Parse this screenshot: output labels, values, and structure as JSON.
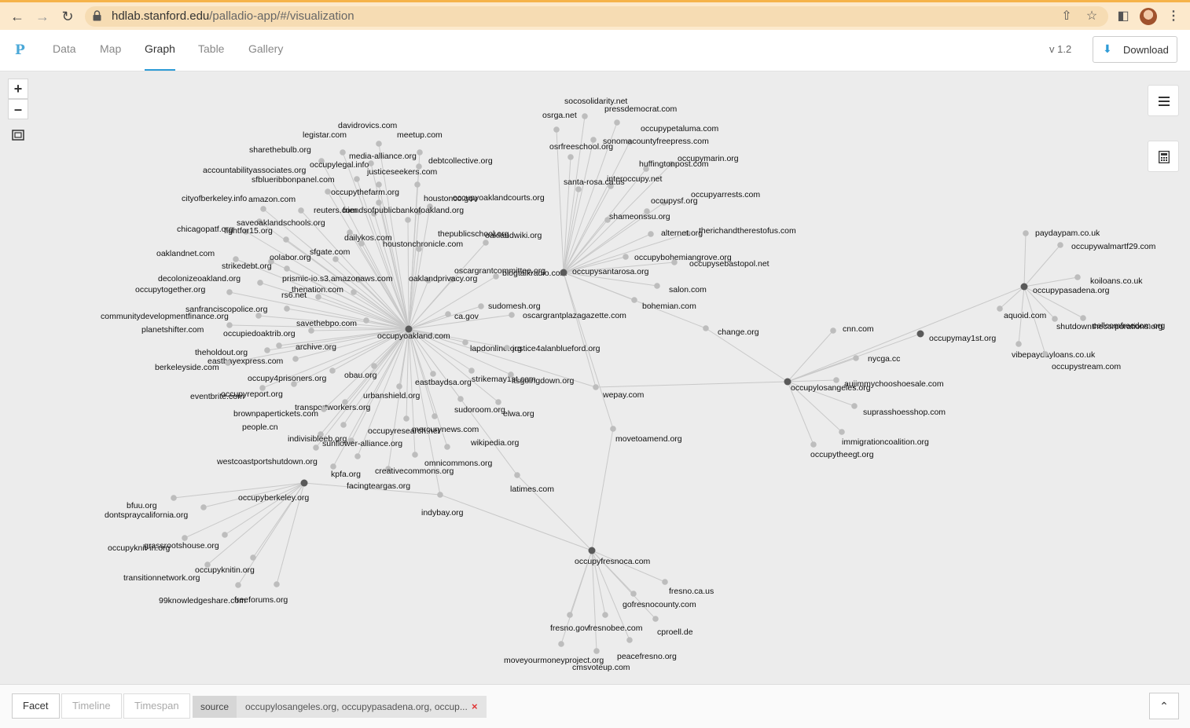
{
  "browser": {
    "url_host": "hdlab.stanford.edu",
    "url_path": "/palladio-app/#/visualization",
    "icons": {
      "back": "arrow-left-icon",
      "forward": "arrow-right-icon",
      "reload": "reload-icon",
      "share": "share-icon",
      "bookmark": "star-icon",
      "sidebar": "sidebar-icon",
      "menu": "kebab-menu-icon"
    }
  },
  "app": {
    "logo": "P",
    "tabs": [
      {
        "label": "Data"
      },
      {
        "label": "Map"
      },
      {
        "label": "Graph",
        "active": true
      },
      {
        "label": "Table"
      },
      {
        "label": "Gallery"
      }
    ],
    "version": "v 1.2",
    "download_label": "Download"
  },
  "colors": {
    "edge": "#c8c8c8",
    "node": "#bdbdbd",
    "hub": "#5a5a5a",
    "accent": "#2e9bd6"
  },
  "graph": {
    "hubs": [
      {
        "id": "oak",
        "label": "occupyoakland.com"
      },
      {
        "id": "sr",
        "label": "occupysantarosa.org"
      },
      {
        "id": "la",
        "label": "occupylosangeles.org"
      },
      {
        "id": "pas",
        "label": "occupypasadena.org"
      },
      {
        "id": "bk",
        "label": "occupyberkeley.org"
      },
      {
        "id": "fr",
        "label": "occupyfresnoca.com"
      },
      {
        "id": "m1",
        "label": "occupymay1st.org"
      }
    ],
    "nodes": [
      {
        "label": "davidrovics.com",
        "links": [
          "oak"
        ]
      },
      {
        "label": "legistar.com",
        "links": [
          "oak"
        ]
      },
      {
        "label": "meetup.com",
        "links": [
          "oak"
        ]
      },
      {
        "label": "sharethebulb.org",
        "links": [
          "oak"
        ]
      },
      {
        "label": "media-alliance.org",
        "links": [
          "oak"
        ]
      },
      {
        "label": "debtcollective.org",
        "links": [
          "oak"
        ]
      },
      {
        "label": "occupylegal.info",
        "links": [
          "oak"
        ]
      },
      {
        "label": "justiceseekers.com",
        "links": [
          "oak"
        ]
      },
      {
        "label": "accountabilityassociates.org",
        "links": [
          "oak"
        ]
      },
      {
        "label": "sfblueribbonpanel.com",
        "links": [
          "oak"
        ]
      },
      {
        "label": "occupythefarm.org",
        "links": [
          "oak"
        ]
      },
      {
        "label": "houstonco.gov",
        "links": [
          "oak"
        ]
      },
      {
        "label": "occupyoaklandcourts.org",
        "links": [
          "oak"
        ]
      },
      {
        "label": "cityofberkeley.info",
        "links": [
          "oak"
        ]
      },
      {
        "label": "amazon.com",
        "links": [
          "oak"
        ]
      },
      {
        "label": "reuters.com",
        "links": [
          "oak"
        ]
      },
      {
        "label": "friendsofpublicbankofoakland.org",
        "links": [
          "oak"
        ]
      },
      {
        "label": "saveoaklandschools.org",
        "links": [
          "oak"
        ]
      },
      {
        "label": "chicagopatf.org",
        "links": [
          "oak"
        ]
      },
      {
        "label": "fightfor15.org",
        "links": [
          "oak"
        ]
      },
      {
        "label": "dailykos.com",
        "links": [
          "oak"
        ]
      },
      {
        "label": "thepublicschool.org",
        "links": [
          "oak"
        ]
      },
      {
        "label": "oaklandwiki.org",
        "links": [
          "oak"
        ]
      },
      {
        "label": "houstonchronicle.com",
        "links": [
          "oak"
        ]
      },
      {
        "label": "oaklandnet.com",
        "links": [
          "oak"
        ]
      },
      {
        "label": "oolabor.org",
        "links": [
          "oak"
        ]
      },
      {
        "label": "sfgate.com",
        "links": [
          "oak"
        ]
      },
      {
        "label": "strikedebt.org",
        "links": [
          "oak"
        ]
      },
      {
        "label": "oscargrantcommittee.org",
        "links": [
          "oak"
        ]
      },
      {
        "label": "blogtalkradio.com",
        "links": [
          "oak"
        ]
      },
      {
        "label": "decolonizeoakland.org",
        "links": [
          "oak"
        ]
      },
      {
        "label": "prismic-io.s3.amazonaws.com",
        "links": [
          "oak"
        ]
      },
      {
        "label": "oaklandprivacy.org",
        "links": [
          "oak"
        ]
      },
      {
        "label": "occupytogether.org",
        "links": [
          "oak"
        ]
      },
      {
        "label": "thenation.com",
        "links": [
          "oak"
        ]
      },
      {
        "label": "rs6.net",
        "links": [
          "oak"
        ]
      },
      {
        "label": "sudomesh.org",
        "links": [
          "oak"
        ]
      },
      {
        "label": "sanfranciscopolice.org",
        "links": [
          "oak"
        ]
      },
      {
        "label": "communitydevelopmentfinance.org",
        "links": [
          "oak"
        ]
      },
      {
        "label": "ca.gov",
        "links": [
          "oak"
        ]
      },
      {
        "label": "oscargrantplazagazette.com",
        "links": [
          "oak"
        ]
      },
      {
        "label": "savethebpo.com",
        "links": [
          "oak"
        ]
      },
      {
        "label": "planetshifter.com",
        "links": [
          "oak"
        ]
      },
      {
        "label": "occupiedoaktrib.org",
        "links": [
          "oak"
        ]
      },
      {
        "label": "archive.org",
        "links": [
          "oak"
        ]
      },
      {
        "label": "lapdonline.org",
        "links": [
          "oak"
        ]
      },
      {
        "label": "justice4alanblueford.org",
        "links": [
          "oak"
        ]
      },
      {
        "label": "theholdout.org",
        "links": [
          "oak"
        ]
      },
      {
        "label": "eastbayexpress.com",
        "links": [
          "oak"
        ]
      },
      {
        "label": "berkeleyside.com",
        "links": [
          "oak"
        ]
      },
      {
        "label": "obau.org",
        "links": [
          "oak"
        ]
      },
      {
        "label": "strikemay1st.com",
        "links": [
          "oak"
        ]
      },
      {
        "label": "itsgoingdown.org",
        "links": [
          "oak"
        ]
      },
      {
        "label": "occupy4prisoners.org",
        "links": [
          "oak"
        ]
      },
      {
        "label": "eastbaydsa.org",
        "links": [
          "oak"
        ]
      },
      {
        "label": "occupyreport.org",
        "links": [
          "oak"
        ]
      },
      {
        "label": "eventbrite.com",
        "links": [
          "oak"
        ]
      },
      {
        "label": "urbanshield.org",
        "links": [
          "oak"
        ]
      },
      {
        "label": "transportworkers.org",
        "links": [
          "oak"
        ]
      },
      {
        "label": "brownpapertickets.com",
        "links": [
          "oak"
        ]
      },
      {
        "label": "sudoroom.org",
        "links": [
          "oak"
        ]
      },
      {
        "label": "elwa.org",
        "links": [
          "oak"
        ]
      },
      {
        "label": "people.cn",
        "links": [
          "oak"
        ]
      },
      {
        "label": "occupyresearch.net",
        "links": [
          "oak"
        ]
      },
      {
        "label": "mercurynews.com",
        "links": [
          "oak"
        ]
      },
      {
        "label": "indivisibleeb.org",
        "links": [
          "oak"
        ]
      },
      {
        "label": "sunflower-alliance.org",
        "links": [
          "oak"
        ]
      },
      {
        "label": "wikipedia.org",
        "links": [
          "oak"
        ]
      },
      {
        "label": "westcoastportshutdown.org",
        "links": [
          "oak"
        ]
      },
      {
        "label": "omnicommons.org",
        "links": [
          "oak"
        ]
      },
      {
        "label": "kpfa.org",
        "links": [
          "oak"
        ]
      },
      {
        "label": "creativecommons.org",
        "links": [
          "oak"
        ]
      },
      {
        "label": "facingteargas.org",
        "links": [
          "oak"
        ]
      },
      {
        "label": "indybay.org",
        "links": [
          "oak",
          "bk",
          "fr"
        ]
      },
      {
        "label": "latimes.com",
        "links": [
          "oak",
          "fr"
        ]
      },
      {
        "label": "socosolidarity.net",
        "links": [
          "sr"
        ]
      },
      {
        "label": "osrga.net",
        "links": [
          "sr"
        ]
      },
      {
        "label": "pressdemocrat.com",
        "links": [
          "sr"
        ]
      },
      {
        "label": "occupypetaluma.com",
        "links": [
          "sr"
        ]
      },
      {
        "label": "sonomacountyfreepress.com",
        "links": [
          "sr"
        ]
      },
      {
        "label": "osrfreeschool.org",
        "links": [
          "sr"
        ]
      },
      {
        "label": "occupymarin.org",
        "links": [
          "sr"
        ]
      },
      {
        "label": "huffingtonpost.com",
        "links": [
          "sr"
        ]
      },
      {
        "label": "interoccupy.net",
        "links": [
          "sr"
        ]
      },
      {
        "label": "santa-rosa.ca.us",
        "links": [
          "sr"
        ]
      },
      {
        "label": "occupyarrests.com",
        "links": [
          "sr"
        ]
      },
      {
        "label": "occupysf.org",
        "links": [
          "sr"
        ]
      },
      {
        "label": "shameonssu.org",
        "links": [
          "sr"
        ]
      },
      {
        "label": "therichandtherestofus.com",
        "links": [
          "sr"
        ]
      },
      {
        "label": "alternet.org",
        "links": [
          "sr"
        ]
      },
      {
        "label": "occupybohemiangrove.org",
        "links": [
          "sr"
        ]
      },
      {
        "label": "occupysebastopol.net",
        "links": [
          "sr"
        ]
      },
      {
        "label": "salon.com",
        "links": [
          "sr"
        ]
      },
      {
        "label": "bohemian.com",
        "links": [
          "sr"
        ]
      },
      {
        "label": "change.org",
        "links": [
          "sr",
          "la"
        ]
      },
      {
        "label": "wepay.com",
        "links": [
          "sr",
          "la",
          "oak"
        ]
      },
      {
        "label": "movetoamend.org",
        "links": [
          "sr",
          "fr"
        ]
      },
      {
        "label": "cnn.com",
        "links": [
          "la"
        ]
      },
      {
        "label": "nycga.cc",
        "links": [
          "la"
        ]
      },
      {
        "label": "aujimmychooshoesale.com",
        "links": [
          "la"
        ]
      },
      {
        "label": "suprasshoesshop.com",
        "links": [
          "la"
        ]
      },
      {
        "label": "immigrationcoalition.org",
        "links": [
          "la"
        ]
      },
      {
        "label": "occupytheegt.org",
        "links": [
          "la"
        ]
      },
      {
        "label": "paydaypam.co.uk",
        "links": [
          "pas"
        ]
      },
      {
        "label": "occupywalmartf29.com",
        "links": [
          "pas"
        ]
      },
      {
        "label": "koiloans.co.uk",
        "links": [
          "pas"
        ]
      },
      {
        "label": "aquoid.com",
        "links": [
          "pas"
        ]
      },
      {
        "label": "shutdownthecorporations.org",
        "links": [
          "pas"
        ]
      },
      {
        "label": "cellcomfreedom.org",
        "links": [
          "pas"
        ]
      },
      {
        "label": "vibepaydayloans.co.uk",
        "links": [
          "pas"
        ]
      },
      {
        "label": "occupystream.com",
        "links": [
          "pas"
        ]
      },
      {
        "label": "bfuu.org",
        "links": [
          "bk"
        ]
      },
      {
        "label": "dontspraycalifornia.org",
        "links": [
          "bk"
        ]
      },
      {
        "label": "occupyknit-in.org",
        "links": [
          "bk"
        ]
      },
      {
        "label": "grassrootshouse.org",
        "links": [
          "bk"
        ]
      },
      {
        "label": "occupyknitin.org",
        "links": [
          "bk"
        ]
      },
      {
        "label": "transitionnetwork.org",
        "links": [
          "bk"
        ]
      },
      {
        "label": "99knowledgeshare.com",
        "links": [
          "bk"
        ]
      },
      {
        "label": "freeforums.org",
        "links": [
          "bk"
        ]
      },
      {
        "label": "fresno.ca.us",
        "links": [
          "fr"
        ]
      },
      {
        "label": "gofresnocounty.com",
        "links": [
          "fr"
        ]
      },
      {
        "label": "fresno.gov",
        "links": [
          "fr"
        ]
      },
      {
        "label": "fresnobee.com",
        "links": [
          "fr"
        ]
      },
      {
        "label": "cproell.de",
        "links": [
          "fr"
        ]
      },
      {
        "label": "peacefresno.org",
        "links": [
          "fr"
        ]
      },
      {
        "label": "moveyourmoneyproject.org",
        "links": [
          "fr"
        ]
      },
      {
        "label": "cmsvoteup.com",
        "links": [
          "fr"
        ]
      }
    ]
  },
  "footer": {
    "buttons": [
      {
        "label": "Facet",
        "enabled": true
      },
      {
        "label": "Timeline",
        "enabled": false
      },
      {
        "label": "Timespan",
        "enabled": false
      }
    ],
    "filter_key": "source",
    "filter_value": "occupylosangeles.org, occupypasadena.org, occup...",
    "remove": "×"
  }
}
